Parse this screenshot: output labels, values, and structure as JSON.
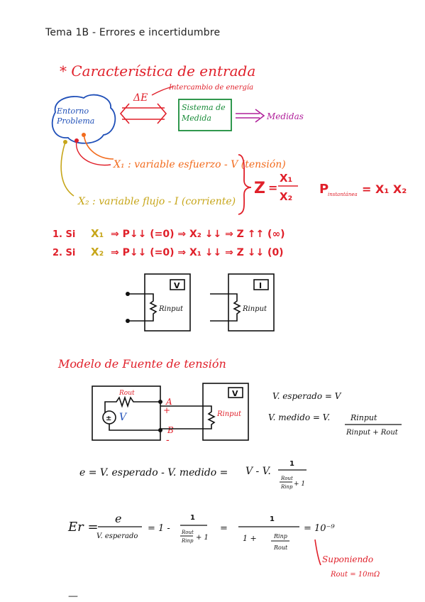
{
  "document": {
    "title": "Tema 1B - Errores e incertidumbre"
  },
  "section1": {
    "heading": "* Característica de entrada",
    "delta_e": "ΔE",
    "energy_exchange": "Intercambio de energía",
    "environment": "Entorno Problema",
    "measurement_system": "Sistema de Medida",
    "measurements": "Medidas",
    "x1_label": "X₁ : variable esfuerzo - V (tensión)",
    "x2_label": "X₂ : variable flujo - I (corriente)",
    "impedance_lhs": "Z",
    "impedance_num": "X₁",
    "impedance_den": "X₂",
    "power_label": "P",
    "power_subscript": "instantánea",
    "power_rhs": "= X₁ X₂"
  },
  "cases": [
    {
      "num": "1. Si",
      "var": "X₁",
      "rest": "⇒ P↓↓ (=0) ⇒ X₂ ↓↓ ⇒ Z ↑↑ (∞)"
    },
    {
      "num": "2. Si",
      "var": "X₂",
      "rest": "⇒ P↓↓ (=0) ⇒ X₁ ↓↓ ⇒ Z ↓↓ (0)"
    }
  ],
  "circuits1": {
    "left_meter": "V",
    "left_resistor": "Rinput",
    "right_meter": "I",
    "right_resistor": "Rinput"
  },
  "section2": {
    "heading": "Modelo de Fuente de tensión",
    "rout": "Rout",
    "source_v": "V",
    "node_a": "A",
    "node_b": "B",
    "plus": "+",
    "minus": "-",
    "meter": "V",
    "rinput": "Rinput",
    "v_expected": "V. esperado = V",
    "v_measured": "V. medido = V.",
    "vm_num": "Rinput",
    "vm_den": "Rinput + Rout"
  },
  "error_eq": {
    "lhs": "e = V. esperado - V. medido =",
    "rhs": "V - V.",
    "frac_num": "1",
    "frac_den_num": "Rout",
    "frac_den_den": "Rinp",
    "frac_plus": "+ 1"
  },
  "rel_error": {
    "lhs": "Er =",
    "num": "e",
    "den": "V. esperado",
    "eq1": "= 1 -",
    "f1_num": "1",
    "f1_dn": "Rout",
    "f1_dd": "Rinp",
    "f1_plus": "+ 1",
    "eq2": "=",
    "f2_num": "1",
    "f2_den": "1 +",
    "f2_dn": "Rinp",
    "f2_dd": "Rout",
    "eq3": "= 10⁻⁹",
    "assume": "Suponiendo",
    "assume_val": "Rout = 10mΩ"
  },
  "colors": {
    "red": "#e0202a",
    "orange": "#f26b1d",
    "yellow": "#c7a61a",
    "blue": "#1f4fb8",
    "green": "#1a8c3a",
    "magenta": "#b0209a",
    "black": "#111111"
  }
}
